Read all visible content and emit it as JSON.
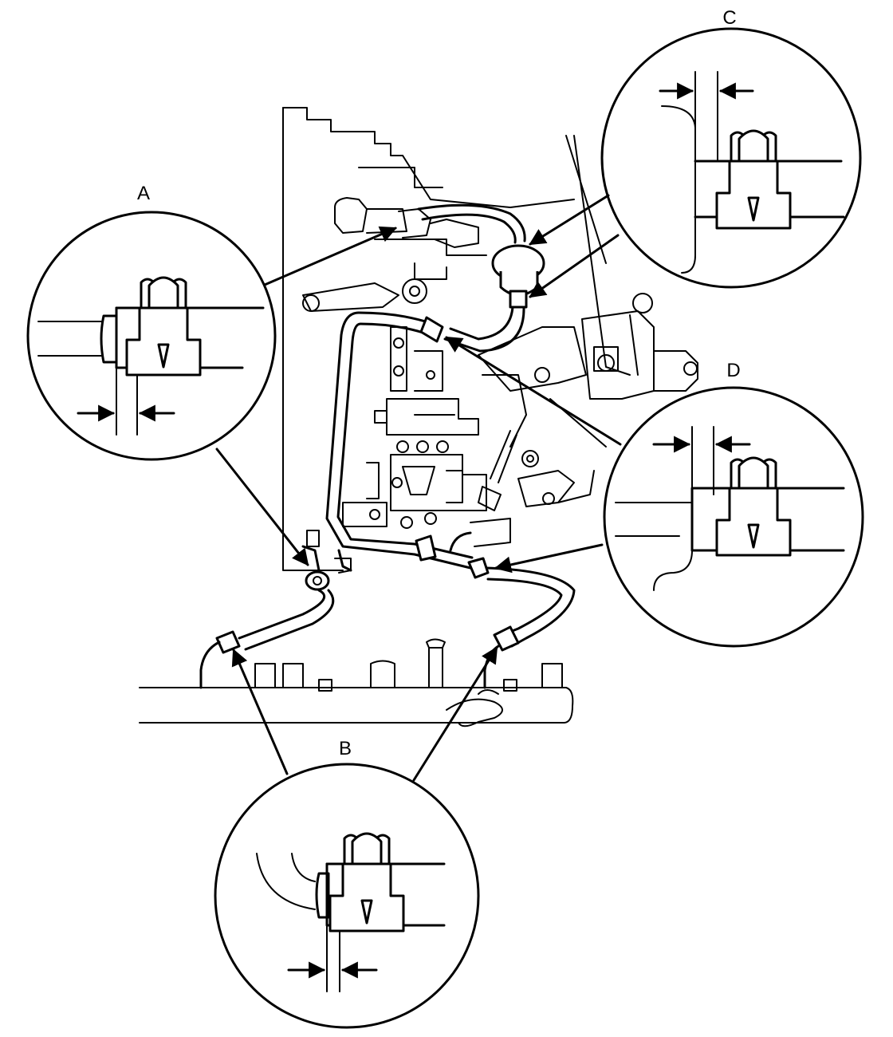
{
  "callouts": [
    {
      "id": "A",
      "label": "A"
    },
    {
      "id": "B",
      "label": "B"
    },
    {
      "id": "C",
      "label": "C"
    },
    {
      "id": "D",
      "label": "D"
    }
  ]
}
